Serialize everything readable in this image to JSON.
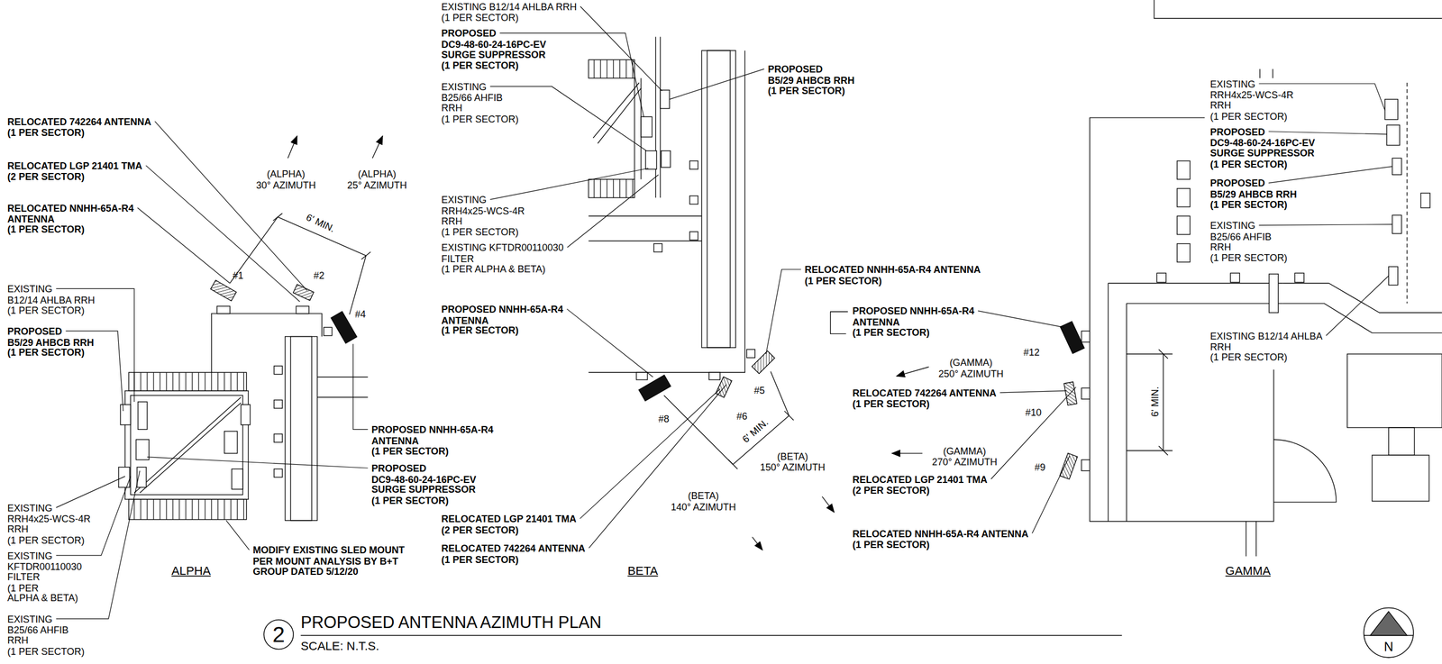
{
  "diagram": {
    "title": "PROPOSED ANTENNA AZIMUTH PLAN",
    "caption": "SCALE: N.T.S.",
    "nodes": [
      {
        "text": [
          "2"
        ]
      },
      {
        "text": [
          "N"
        ]
      }
    ],
    "labels": [
      "RELOCATED 742264 ANTENNA (1 PER SECTOR)",
      "RELOCATED LGP 21401 TMA (2 PER SECTOR)",
      "(ALPHA) 30° AZIMUTH",
      "(ALPHA) 25° AZIMUTH",
      "RELOCATED NNHH-65A-R4 ANTENNA (1 PER SECTOR)",
      "6' MIN.",
      "#1",
      "#2",
      "#4",
      "EXISTING B12/14 AHLBA RRH (1 PER SECTOR)",
      "PROPOSED B5/29 AHBCB RRH (1 PER SECTOR)",
      "PROPOSED NNHH-65A-R4 ANTENNA (1 PER SECTOR)",
      "PROPOSED DC9-48-60-24-16PC-EV SURGE SUPPRESSOR (1 PER SECTOR)",
      "EXISTING RRH4x25-WCS-4R RRH (1 PER SECTOR)",
      "EXISTING KFTDR00110030 FILTER (1 PER ALPHA & BETA)",
      "EXISTING B25/66 AHFIB RRH (1 PER SECTOR)",
      "MODIFY EXISTING SLED MOUNT PER MOUNT ANALYSIS BY B+T GROUP DATED 5/12/20",
      "ALPHA",
      "EXISTING B12/14 AHLBA RRH (1 PER SECTOR)",
      "PROPOSED DC9-48-60-24-16PC-EV SURGE SUPPRESSOR (1 PER SECTOR)",
      "EXISTING B25/66 AHFIB RRH (1 PER SECTOR)",
      "PROPOSED B5/29 AHBCB RRH (1 PER SECTOR)",
      "EXISTING RRH4x25-WCS-4R RRH (1 PER SECTOR)",
      "EXISTING KFTDR00110030 FILTER (1 PER ALPHA & BETA)",
      "RELOCATED NNHH-65A-R4 ANTENNA (1 PER SECTOR)",
      "PROPOSED NNHH-65A-R4 ANTENNA (1 PER SECTOR)",
      "#5",
      "#8",
      "#6",
      "6' MIN.",
      "(BETA) 150° AZIMUTH",
      "(BETA) 140° AZIMUTH",
      "RELOCATED LGP 21401 TMA (2 PER SECTOR)",
      "RELOCATED 742264 ANTENNA (1 PER SECTOR)",
      "BETA",
      "PROPOSED NNHH-65A-R4 ANTENNA (1 PER SECTOR)",
      "#12",
      "(GAMMA) 250° AZIMUTH",
      "RELOCATED 742264 ANTENNA (1 PER SECTOR)",
      "#10",
      "6' MIN.",
      "(GAMMA) 270° AZIMUTH",
      "#9",
      "RELOCATED LGP 21401 TMA (2 PER SECTOR)",
      "RELOCATED NNHH-65A-R4 ANTENNA (1 PER SECTOR)",
      "EXISTING RRH4x25-WCS-4R RRH (1 PER SECTOR)",
      "PROPOSED DC9-48-60-24-16PC-EV SURGE SUPPRESSOR (1 PER SECTOR)",
      "PROPOSED B5/29 AHBCB RRH (1 PER SECTOR)",
      "EXISTING B25/66 AHFIB RRH (1 PER SECTOR)",
      "EXISTING B12/14 AHLBA RRH (1 PER SECTOR)",
      "GAMMA"
    ]
  }
}
